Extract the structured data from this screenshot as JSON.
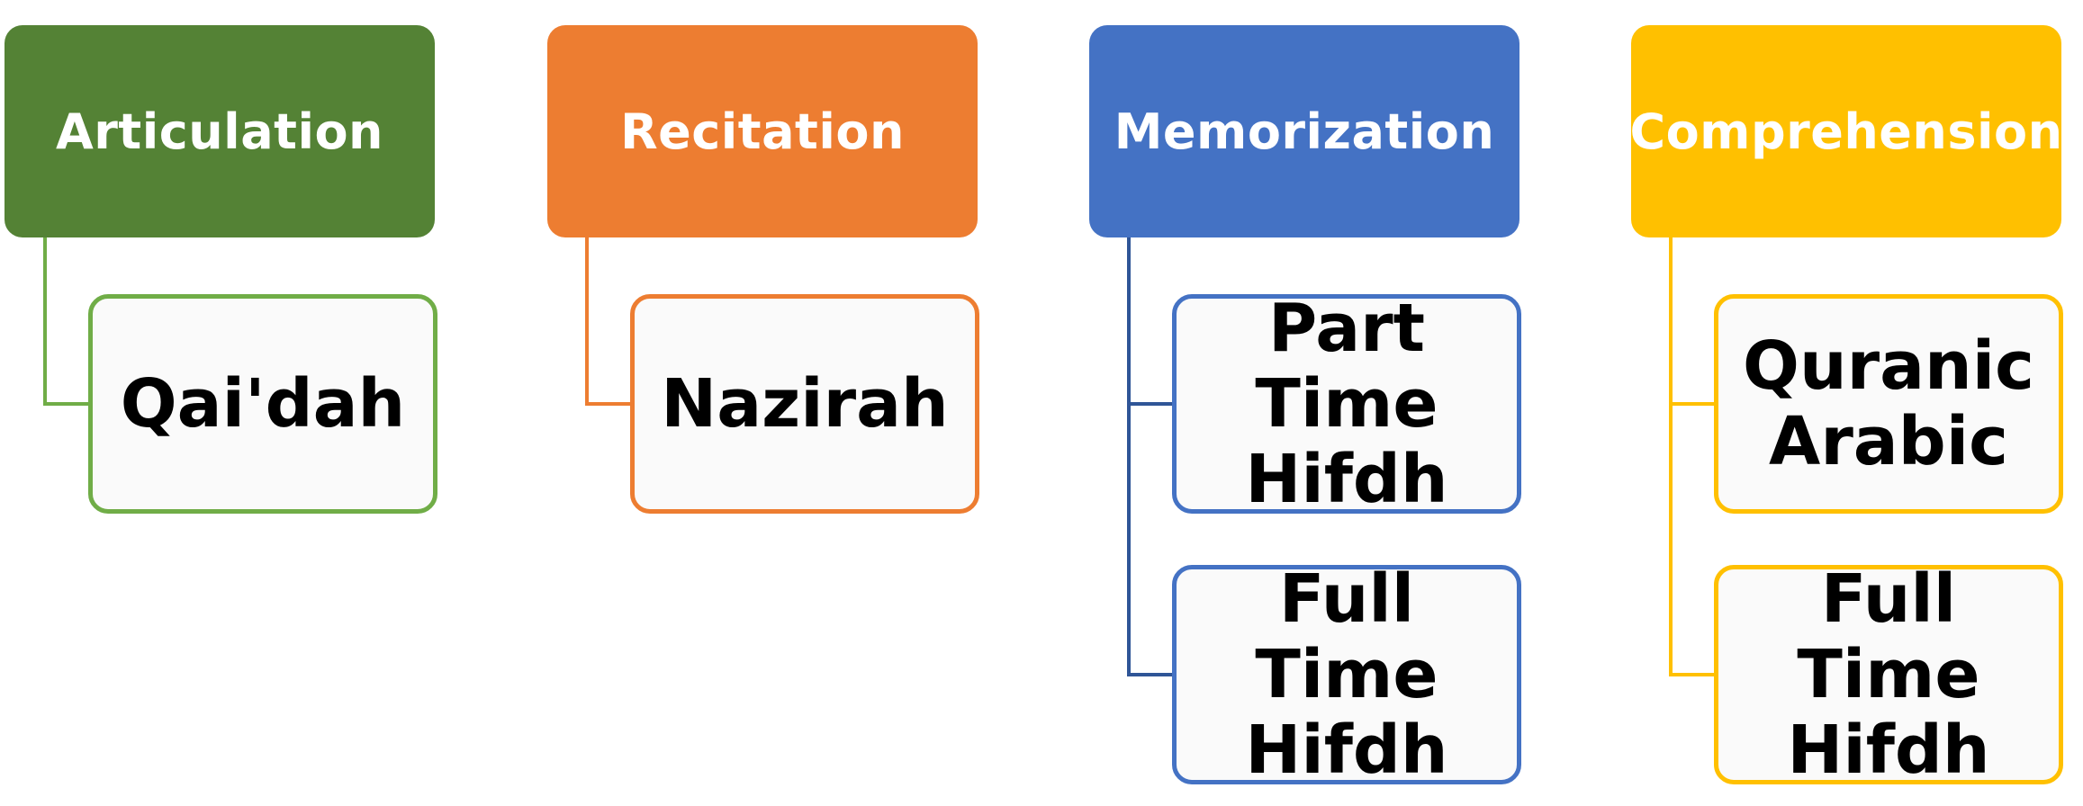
{
  "colors": {
    "articulation": "#548235",
    "articulation_line": "#70AD47",
    "recitation": "#ED7D31",
    "memorization": "#4472C4",
    "memorization_line": "#2F5597",
    "comprehension": "#FFC000"
  },
  "columns": [
    {
      "title": "Articulation",
      "items": [
        "Qai'dah"
      ]
    },
    {
      "title": "Recitation",
      "items": [
        "Nazirah"
      ]
    },
    {
      "title": "Memorization",
      "items": [
        "Part Time Hifdh",
        "Full Time Hifdh"
      ]
    },
    {
      "title": "Comprehension",
      "items": [
        "Quranic Arabic",
        "Full Time Hifdh"
      ]
    }
  ]
}
